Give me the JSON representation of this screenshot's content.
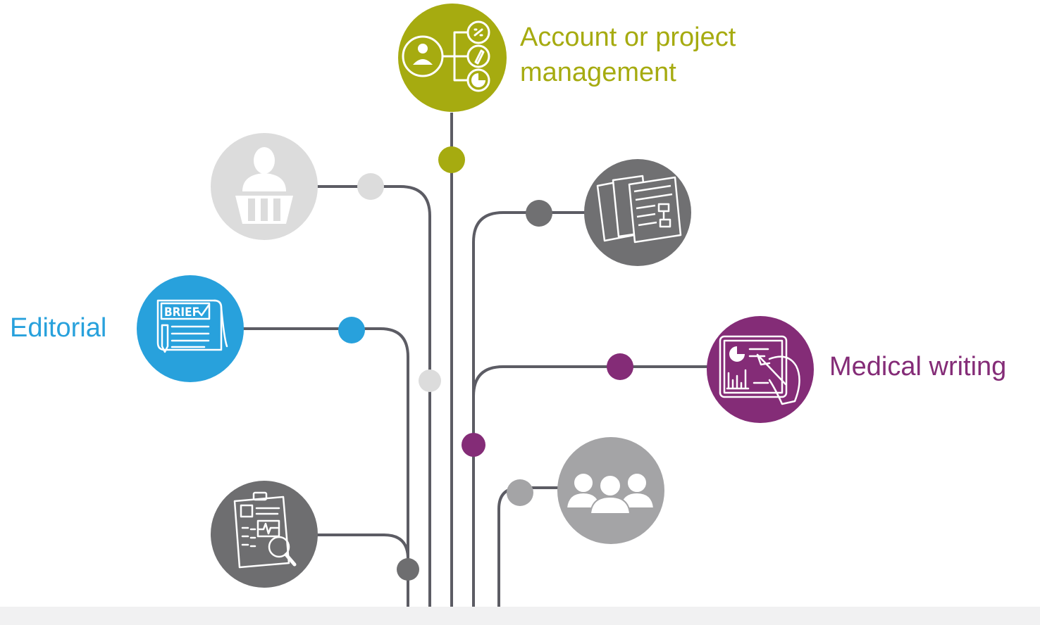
{
  "colors": {
    "account": "#a6ab10",
    "editorial": "#28a1dc",
    "medical": "#842c77",
    "line": "#5c5c64",
    "presenter": "#dcdcdc",
    "documents": "#707072",
    "audit": "#6e6e70",
    "team": "#a4a4a6"
  },
  "labels": {
    "account_line1": "Account or project",
    "account_line2": "management",
    "editorial": "Editorial",
    "medical_writing": "Medical writing"
  },
  "icons": {
    "brief_text": "BRIEF",
    "account": "org-chart-person-icon",
    "presenter": "presenter-lectern-icon",
    "documents": "stacked-documents-icon",
    "editorial": "brief-checklist-icon",
    "medical": "tablet-writing-icon",
    "team": "team-people-icon",
    "audit": "clipboard-magnifier-icon"
  }
}
